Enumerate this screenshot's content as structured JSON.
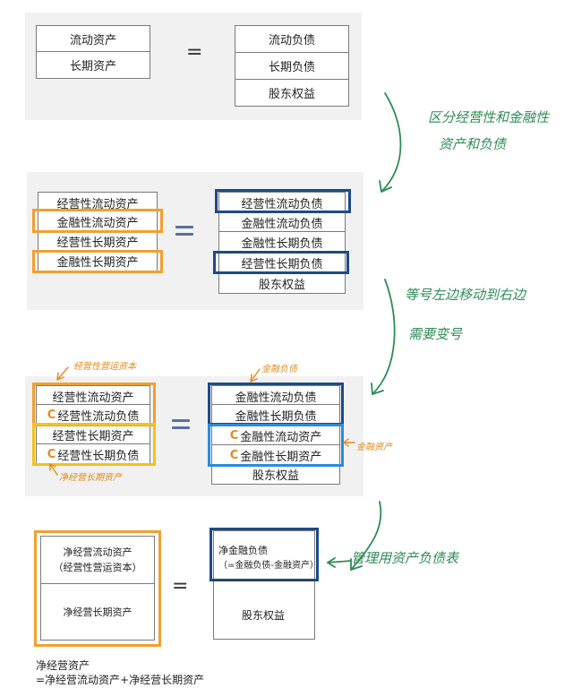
{
  "section1": {
    "left": [
      "流动资产",
      "长期资产"
    ],
    "equals": "=",
    "right": [
      "流动负债",
      "长期负债",
      "股东权益"
    ]
  },
  "note1": [
    "区分经营性和金融性",
    "资产和负债"
  ],
  "section2": {
    "left": [
      "经营性流动资产",
      "金融性流动资产",
      "经营性长期资产",
      "金融性长期资产"
    ],
    "right": [
      "经营性流动负债",
      "金融性流动负债",
      "金融性长期负债",
      "经营性长期负债",
      "股东权益"
    ]
  },
  "note2": [
    "等号左边移动到右边",
    "需要变号"
  ],
  "section3": {
    "left": [
      "经营性流动资产",
      "经营性流动负债",
      "经营性长期资产",
      "经营性长期负债"
    ],
    "right": [
      "金融性流动负债",
      "金融性长期负债",
      "金融性流动资产",
      "金融性长期资产",
      "股东权益"
    ],
    "marker": "C",
    "label_top_left": "经营性营运资本",
    "label_top_right": "金融负债",
    "label_right": "金融资产",
    "label_bottom_left": "净经营长期资产"
  },
  "note3": "管理用资产负债表",
  "section4": {
    "left_top": [
      "净经营流动资产",
      "（经营性营运资本）"
    ],
    "left_bottom": "净经营长期资产",
    "equals": "=",
    "right_top": [
      "净金融负债",
      "（=金融负债-金融资产）"
    ],
    "right_bottom": "股东权益",
    "formula": [
      "净经营资产",
      "=净经营流动资产+净经营长期资产"
    ]
  }
}
